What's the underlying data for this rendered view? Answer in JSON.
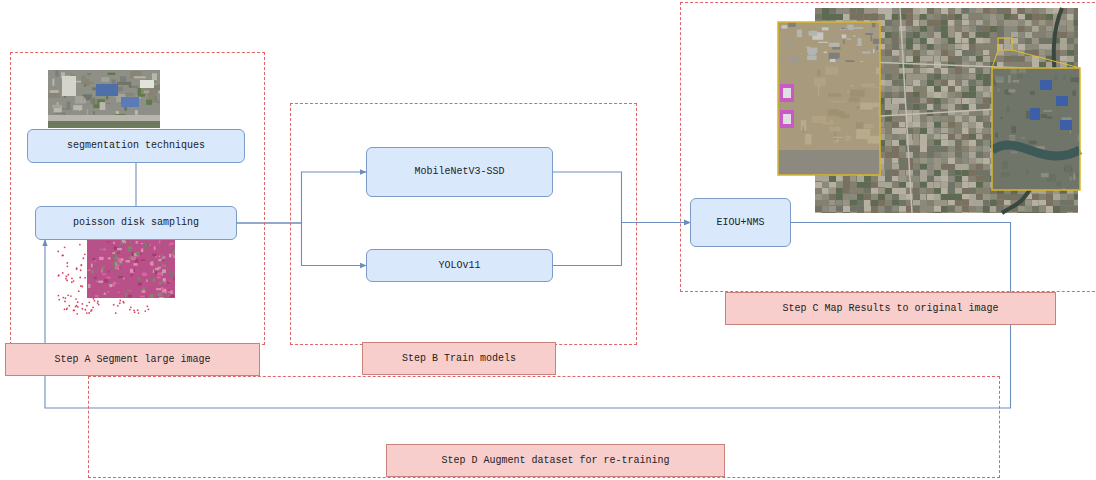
{
  "diagram": {
    "nodes": [
      {
        "text": [
          "Step A Segment large image"
        ]
      },
      {
        "text": [
          "segmentation techniques"
        ],
        "in": 0
      },
      {
        "text": [
          "poisson disk sampling"
        ],
        "in": 0
      },
      {
        "text": [
          "Step B Train models"
        ]
      },
      {
        "text": [
          "MobileNetV3-SSD"
        ],
        "in": 3
      },
      {
        "text": [
          "YOLOv11"
        ],
        "in": 3
      },
      {
        "text": [
          "Step C Map Results to original image"
        ]
      },
      {
        "text": [
          "EIOU+NMS"
        ],
        "in": 6
      },
      {
        "text": [
          "Step D Augment dataset for re-training"
        ]
      }
    ],
    "edges": [
      {
        "from": 1,
        "to": 2,
        "arrow": "none"
      },
      {
        "from": 2,
        "to": 4,
        "arrow": "to"
      },
      {
        "from": 2,
        "to": 5,
        "arrow": "to"
      },
      {
        "from": 4,
        "to": 7,
        "arrow": "to"
      },
      {
        "from": 5,
        "to": 7,
        "arrow": "to"
      },
      {
        "from": 7,
        "to": 2,
        "arrow": "to"
      }
    ]
  }
}
